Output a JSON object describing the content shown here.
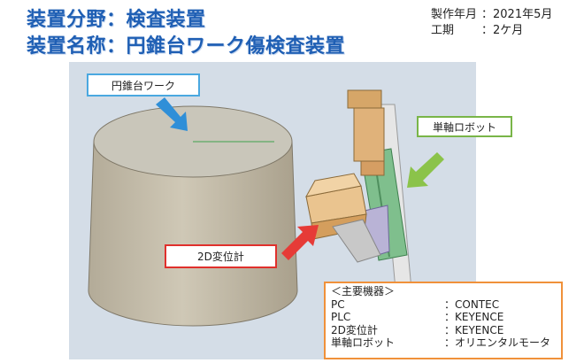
{
  "header": {
    "line1": "装置分野：検査装置",
    "line2": "装置名称：円錐台ワーク傷検査装置"
  },
  "meta": {
    "made_label": "製作年月",
    "made_value": "：2021年5月",
    "period_label": "工期",
    "period_value": "：2ケ月"
  },
  "callouts": {
    "work": "円錐台ワーク",
    "robot": "単軸ロボット",
    "sensor": "2D変位計"
  },
  "spec": {
    "heading": "＜主要機器＞",
    "rows": [
      {
        "item": "PC",
        "maker": "：CONTEC"
      },
      {
        "item": "PLC",
        "maker": "：KEYENCE"
      },
      {
        "item": "2D変位計",
        "maker": "：KEYENCE"
      },
      {
        "item": "単軸ロボット",
        "maker": "：オリエンタルモータ"
      }
    ]
  },
  "colors": {
    "title": "#1f5fb4",
    "work_border": "#4aa8e0",
    "robot_border": "#79b548",
    "sensor_border": "#e0302c",
    "spec_border": "#f0913a"
  },
  "icons": {
    "work_arrow": "blue-arrow-icon",
    "robot_arrow": "green-arrow-icon",
    "sensor_arrow": "red-arrow-icon"
  }
}
